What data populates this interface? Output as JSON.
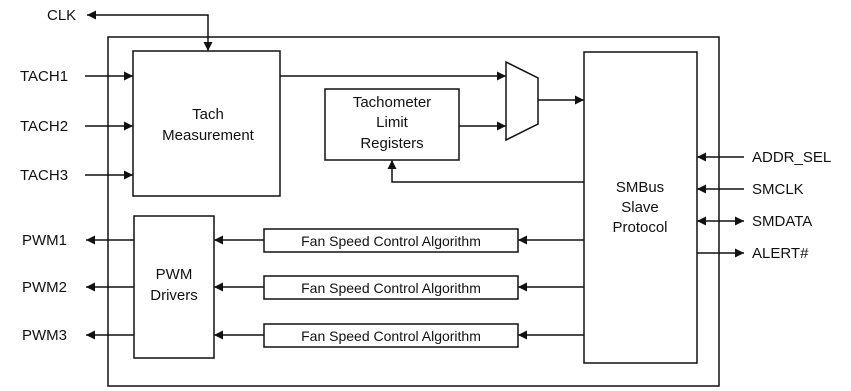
{
  "pins": {
    "clk": "CLK",
    "tach1": "TACH1",
    "tach2": "TACH2",
    "tach3": "TACH3",
    "pwm1": "PWM1",
    "pwm2": "PWM2",
    "pwm3": "PWM3",
    "addr_sel": "ADDR_SEL",
    "smclk": "SMCLK",
    "smdata": "SMDATA",
    "alert": "ALERT#"
  },
  "blocks": {
    "tach_measurement": [
      "Tach",
      "Measurement"
    ],
    "tach_limit_registers": [
      "Tachometer",
      "Limit",
      "Registers"
    ],
    "smbus_slave_protocol": [
      "SMBus",
      "Slave",
      "Protocol"
    ],
    "pwm_drivers": [
      "PWM",
      "Drivers"
    ],
    "fan_speed_control": [
      "Fan Speed Control Algorithm",
      "Fan Speed Control Algorithm",
      "Fan Speed Control Algorithm"
    ]
  },
  "colors": {
    "line": "#111111",
    "background": "#ffffff"
  }
}
